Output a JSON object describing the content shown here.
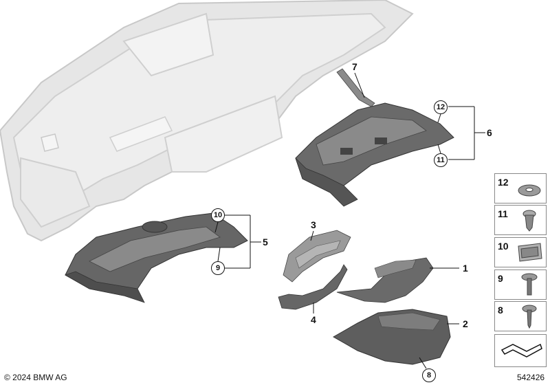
{
  "callouts": {
    "c1": "1",
    "c2": "2",
    "c3": "3",
    "c4": "4",
    "c5": "5",
    "c6": "6",
    "c7": "7",
    "c8": "8",
    "c9": "9",
    "c10": "10",
    "c11": "11",
    "c12": "12"
  },
  "legend": [
    "12",
    "11",
    "10",
    "9",
    "8"
  ],
  "footer": {
    "copyright": "© 2024 BMW AG",
    "diagram_id": "542426"
  },
  "colors": {
    "dashboard": "#e6e6e6",
    "dashboard_edge": "#c8c8c8",
    "part_dark": "#5a5a5a",
    "part_mid": "#7a7a7a",
    "part_light": "#a0a0a0"
  }
}
